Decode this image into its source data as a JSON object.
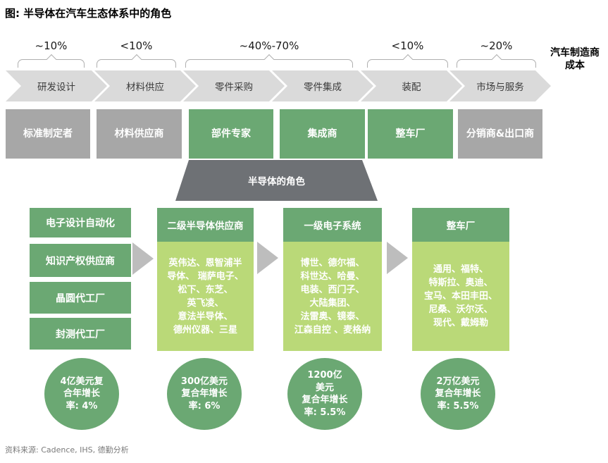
{
  "title": "图: 半导体在汽车生态体系中的角色",
  "cost_cap": {
    "percentages": [
      "~10%",
      "<10%",
      "~40%-70%",
      "<10%",
      "~20%"
    ],
    "cost_label": "汽车制造商\n成本"
  },
  "chain": {
    "stages": [
      "研发设计",
      "材料供应",
      "零件采购",
      "零件集成",
      "装配",
      "市场与服务"
    ]
  },
  "actors": [
    {
      "label": "标准制定者",
      "type": "gray"
    },
    {
      "label": "材料供应商",
      "type": "gray"
    },
    {
      "label": "部件专家",
      "type": "green"
    },
    {
      "label": "集成商",
      "type": "green"
    },
    {
      "label": "整车厂",
      "type": "green"
    },
    {
      "label": "分销商&出口商",
      "type": "gray"
    }
  ],
  "role_banner": "半导体的角色",
  "eco": {
    "col1_items": [
      "电子设计自动化",
      "知识产权供应商",
      "晶圆代工厂",
      "封测代工厂"
    ],
    "col2": {
      "header": "二级半导体供应商",
      "body": "英伟达、恩智浦半\n导体、 瑞萨电子、\n松下、东芝、\n英飞凌、\n意法半导体、\n德州仪器、三星"
    },
    "col3": {
      "header": "一级电子系统",
      "body": "博世、德尔福、\n科世达、哈曼、\n电装、西门子、\n大陆集团、\n法雷奥、镜泰、\n江森自控 、麦格纳"
    },
    "col4": {
      "header": "整车厂",
      "body": "通用、福特、\n特斯拉、奥迪、\n宝马、本田丰田、\n尼桑、沃尔沃、\n现代、戴姆勒"
    },
    "cagr": [
      "4亿美元复\n合年增长\n率: 4%",
      "300亿美元\n复合年增长\n率: 6%",
      "1200亿\n美元\n复合年增长\n率: 5.5%",
      "2万亿美元\n复合年增长\n率: 5.5%"
    ]
  },
  "source": "资料来源: Cadence, IHS, 德勤分析",
  "colors": {
    "green": "#6ba873",
    "light_green": "#bad978",
    "gray_box": "#a7a7a7",
    "chevron": "#dadada",
    "dark_gray": "#6e7175",
    "arrow": "#bdbdbd",
    "brace": "#afafaf"
  }
}
